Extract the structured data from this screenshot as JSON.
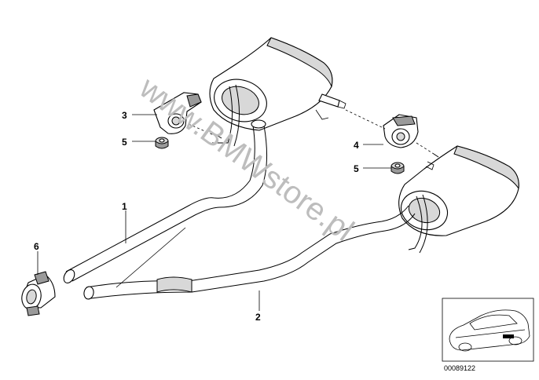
{
  "diagram": {
    "watermark": "www.BMWstore.pl",
    "reference_number": "00089122",
    "labels": {
      "item_1": "1",
      "item_2": "2",
      "item_3": "3",
      "item_4": "4",
      "item_5_upper": "5",
      "item_5_lower": "5",
      "item_6": "6"
    }
  }
}
